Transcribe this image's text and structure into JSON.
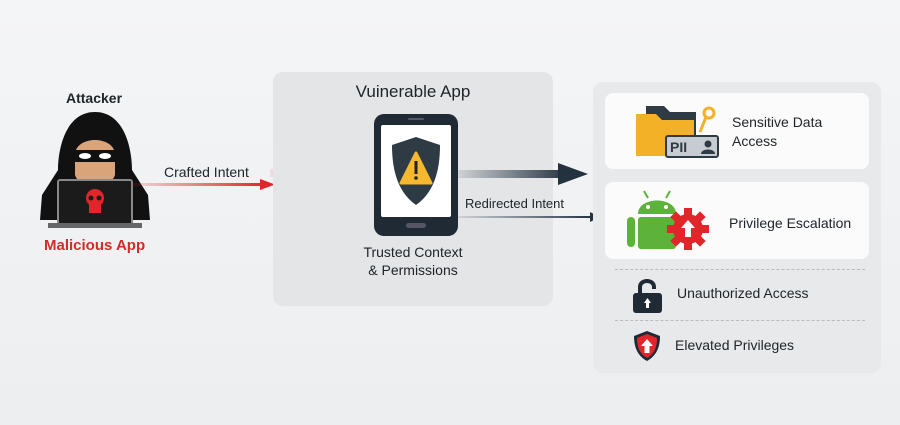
{
  "attacker": {
    "label": "Attacker",
    "app_label": "Malicious App"
  },
  "flow": {
    "crafted_intent": "Crafted Intent",
    "redirected_intent": "Redirected Intent"
  },
  "vulnerable_app": {
    "title": "Vuinerable App",
    "context_line1": "Trusted Context",
    "context_line2": "& Permissions"
  },
  "impacts": {
    "sensitive_line1": "Sensitive Data",
    "sensitive_line2": "Access",
    "pii_badge": "PII",
    "privilege_escalation": "Privilege Escalation",
    "unauthorized_access": "Unauthorized Access",
    "elevated_privileges": "Elevated Privileges"
  },
  "colors": {
    "red": "#e0262a",
    "dark": "#243240",
    "warning": "#f5b82e",
    "android": "#5db33a"
  }
}
